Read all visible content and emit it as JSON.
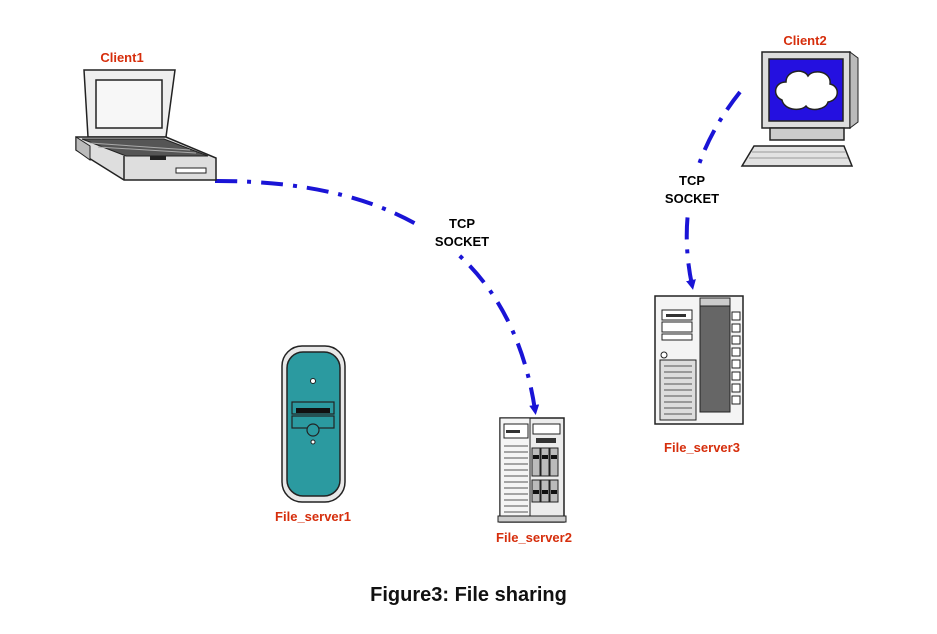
{
  "colors": {
    "node_label": "#d62e0c",
    "link": "#1a14d6",
    "link_label": "#1a14d6",
    "teal": "#2b9aa0",
    "screen_blue": "#2410e0"
  },
  "nodes": {
    "client1": {
      "label": "Client1",
      "icon": "laptop-icon"
    },
    "client2": {
      "label": "Client2",
      "icon": "desktop-computer-icon"
    },
    "file_server1": {
      "label": "File_server1",
      "icon": "tower-server-icon"
    },
    "file_server2": {
      "label": "File_server2",
      "icon": "rack-server-icon"
    },
    "file_server3": {
      "label": "File_server3",
      "icon": "cabinet-server-icon"
    }
  },
  "links": [
    {
      "from": "Client1",
      "to": "File_server2",
      "label_line1": "TCP",
      "label_line2": "SOCKET",
      "style": "dash-dot",
      "arrow": "end"
    },
    {
      "from": "Client2",
      "to": "File_server3",
      "label_line1": "TCP",
      "label_line2": "SOCKET",
      "style": "dash-dot",
      "arrow": "end"
    }
  ],
  "caption": "Figure3: File sharing"
}
